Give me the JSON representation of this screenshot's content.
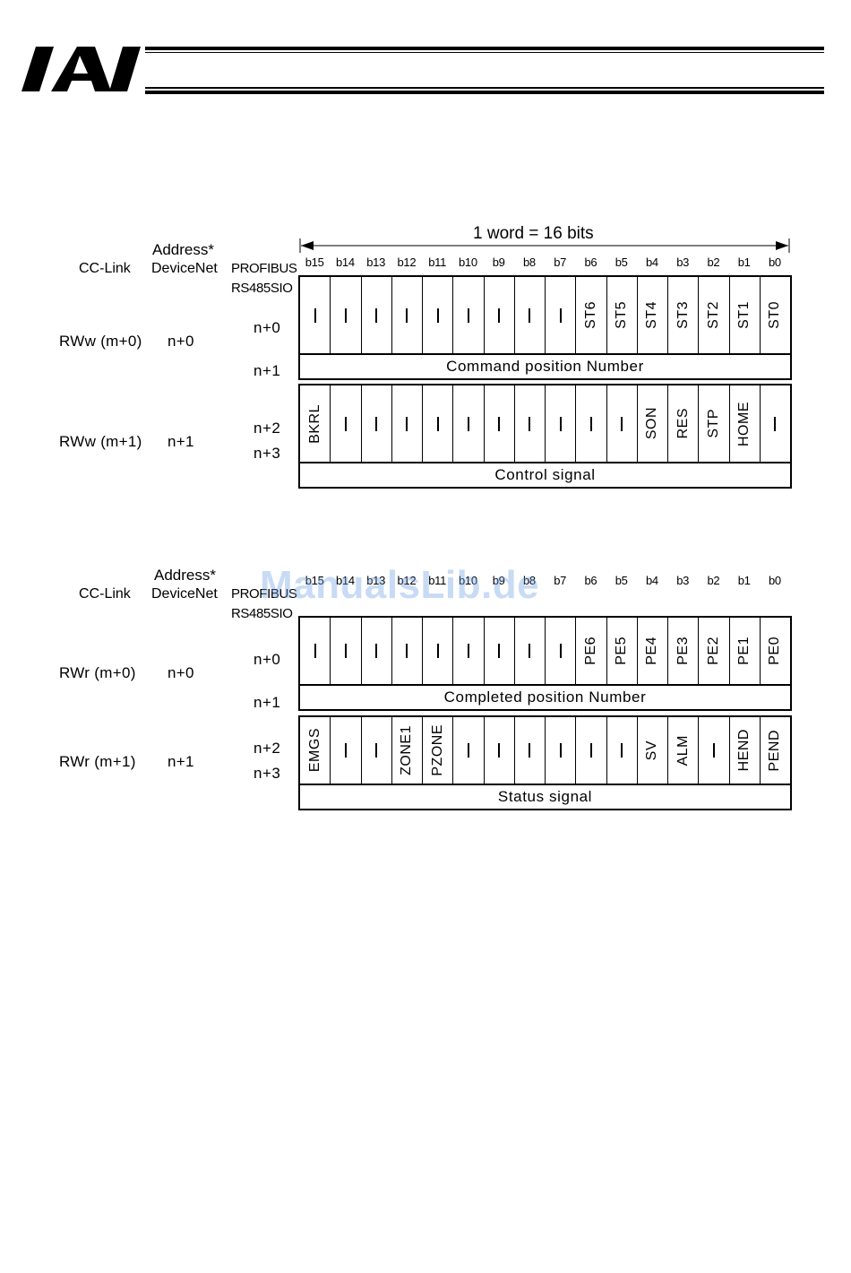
{
  "logo": {
    "text": "IAI"
  },
  "word_title": "1 word = 16 bits",
  "labels": {
    "address": "Address*",
    "cclink": "CC-Link",
    "devicenet": "DeviceNet",
    "profibus": "PROFIBUS",
    "rs485": "RS485SIO"
  },
  "bit_headers": [
    "b15",
    "b14",
    "b13",
    "b12",
    "b11",
    "b10",
    "b9",
    "b8",
    "b7",
    "b6",
    "b5",
    "b4",
    "b3",
    "b2",
    "b1",
    "b0"
  ],
  "output": {
    "block1": {
      "cc_label": "RWw (m+0)",
      "dn_label": "n+0",
      "pb_label_a": "n+0",
      "pb_label_b": "n+1",
      "bits": [
        "I",
        "I",
        "I",
        "I",
        "I",
        "I",
        "I",
        "I",
        "I",
        "ST6",
        "ST5",
        "ST4",
        "ST3",
        "ST2",
        "ST1",
        "ST0"
      ],
      "caption": "Command position Number"
    },
    "block2": {
      "cc_label": "RWw (m+1)",
      "dn_label": "n+1",
      "pb_label_a": "n+2",
      "pb_label_b": "n+3",
      "bits": [
        "BKRL",
        "I",
        "I",
        "I",
        "I",
        "I",
        "I",
        "I",
        "I",
        "I",
        "I",
        "SON",
        "RES",
        "STP",
        "HOME",
        "I"
      ],
      "caption": "Control signal"
    }
  },
  "input": {
    "block1": {
      "cc_label": "RWr (m+0)",
      "dn_label": "n+0",
      "pb_label_a": "n+0",
      "pb_label_b": "n+1",
      "bits": [
        "I",
        "I",
        "I",
        "I",
        "I",
        "I",
        "I",
        "I",
        "I",
        "PE6",
        "PE5",
        "PE4",
        "PE3",
        "PE2",
        "PE1",
        "PE0"
      ],
      "caption": "Completed position Number"
    },
    "block2": {
      "cc_label": "RWr (m+1)",
      "dn_label": "n+1",
      "pb_label_a": "n+2",
      "pb_label_b": "n+3",
      "bits": [
        "EMGS",
        "I",
        "I",
        "ZONE1",
        "PZONE",
        "I",
        "I",
        "I",
        "I",
        "I",
        "I",
        "SV",
        "ALM",
        "I",
        "HEND",
        "PEND"
      ],
      "caption": "Status signal"
    }
  },
  "watermark": "ManualsLib.de"
}
